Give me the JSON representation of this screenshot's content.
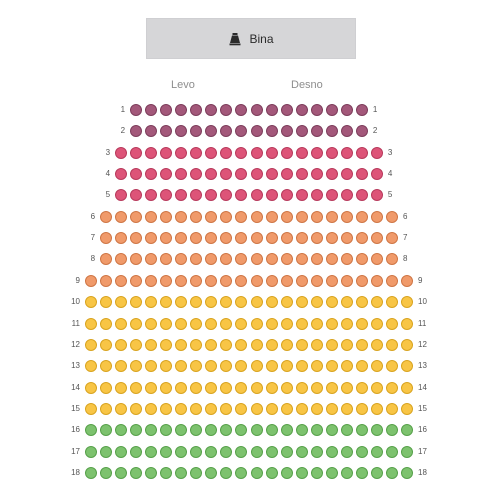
{
  "stage": {
    "label": "Bina",
    "icon": "spotlight-icon"
  },
  "sides": {
    "left": "Levo",
    "right": "Desno"
  },
  "colors": {
    "tier1": {
      "fill": "#a3587a",
      "stroke": "#7d3d5b"
    },
    "tier2": {
      "fill": "#dd5478",
      "stroke": "#b83a5c"
    },
    "tier3": {
      "fill": "#f09a6a",
      "stroke": "#cf7645"
    },
    "tier4": {
      "fill": "#f8c545",
      "stroke": "#d9a420"
    },
    "tier5": {
      "fill": "#7dc26e",
      "stroke": "#57a14a"
    }
  },
  "rows": [
    {
      "label": "1",
      "seats": 16,
      "tier": "tier1"
    },
    {
      "label": "2",
      "seats": 16,
      "tier": "tier1"
    },
    {
      "label": "3",
      "seats": 18,
      "tier": "tier2"
    },
    {
      "label": "4",
      "seats": 18,
      "tier": "tier2"
    },
    {
      "label": "5",
      "seats": 18,
      "tier": "tier2"
    },
    {
      "label": "6",
      "seats": 20,
      "tier": "tier3"
    },
    {
      "label": "7",
      "seats": 20,
      "tier": "tier3"
    },
    {
      "label": "8",
      "seats": 20,
      "tier": "tier3"
    },
    {
      "label": "9",
      "seats": 22,
      "tier": "tier3"
    },
    {
      "label": "10",
      "seats": 22,
      "tier": "tier4"
    },
    {
      "label": "11",
      "seats": 22,
      "tier": "tier4"
    },
    {
      "label": "12",
      "seats": 22,
      "tier": "tier4"
    },
    {
      "label": "13",
      "seats": 22,
      "tier": "tier4"
    },
    {
      "label": "14",
      "seats": 22,
      "tier": "tier4"
    },
    {
      "label": "15",
      "seats": 22,
      "tier": "tier4"
    },
    {
      "label": "16",
      "seats": 22,
      "tier": "tier5"
    },
    {
      "label": "17",
      "seats": 22,
      "tier": "tier5"
    },
    {
      "label": "18",
      "seats": 22,
      "tier": "tier5"
    }
  ]
}
